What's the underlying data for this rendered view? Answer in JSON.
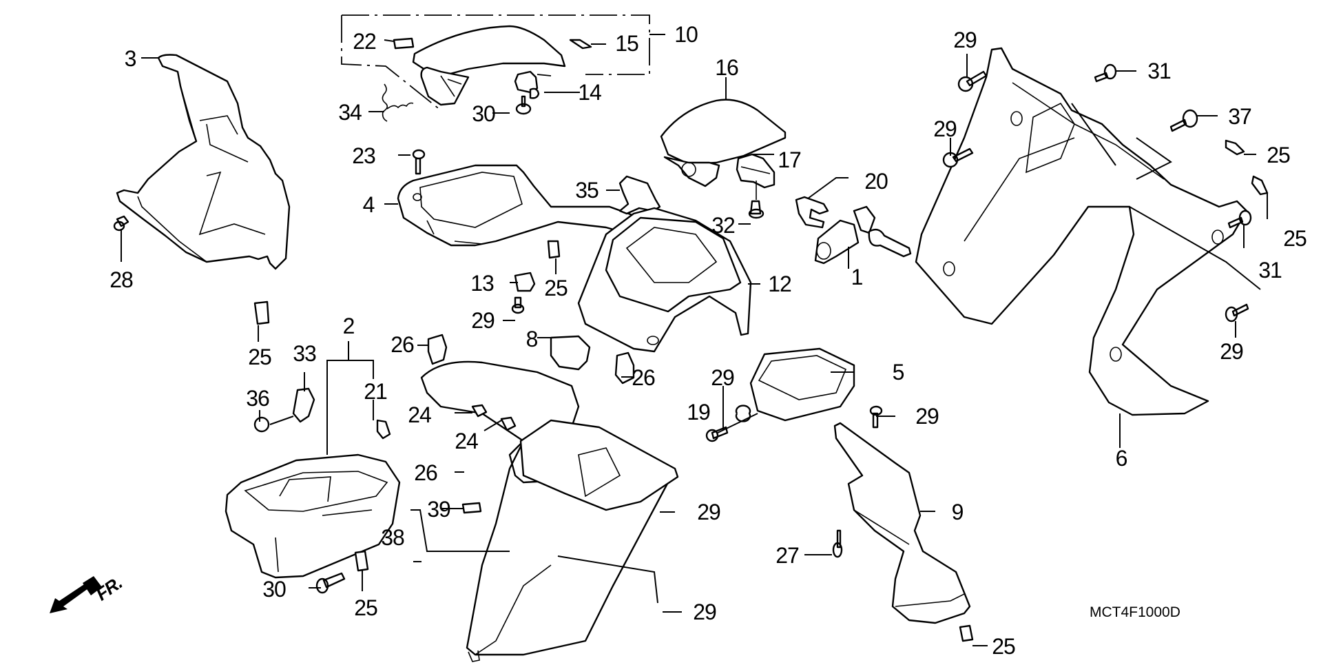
{
  "diagram": {
    "title": "Parts diagram - inner covers / luggage box assembly",
    "code": "MCT4F1000D",
    "direction_label": "FR.",
    "labels": [
      {
        "id": "l3",
        "text": "3"
      },
      {
        "id": "l10",
        "text": "10"
      },
      {
        "id": "l22",
        "text": "22"
      },
      {
        "id": "l15",
        "text": "15"
      },
      {
        "id": "l14",
        "text": "14"
      },
      {
        "id": "l34",
        "text": "34"
      },
      {
        "id": "l30a",
        "text": "30"
      },
      {
        "id": "l16",
        "text": "16"
      },
      {
        "id": "l23",
        "text": "23"
      },
      {
        "id": "l17",
        "text": "17"
      },
      {
        "id": "l4",
        "text": "4"
      },
      {
        "id": "l35",
        "text": "35"
      },
      {
        "id": "l20",
        "text": "20"
      },
      {
        "id": "l32",
        "text": "32"
      },
      {
        "id": "l1",
        "text": "1"
      },
      {
        "id": "l28",
        "text": "28"
      },
      {
        "id": "l13",
        "text": "13"
      },
      {
        "id": "l25a",
        "text": "25"
      },
      {
        "id": "l12",
        "text": "12"
      },
      {
        "id": "l29a",
        "text": "29"
      },
      {
        "id": "l2",
        "text": "2"
      },
      {
        "id": "l25b",
        "text": "25"
      },
      {
        "id": "l33",
        "text": "33"
      },
      {
        "id": "l26a",
        "text": "26"
      },
      {
        "id": "l8",
        "text": "8"
      },
      {
        "id": "l26b",
        "text": "26"
      },
      {
        "id": "l21",
        "text": "21"
      },
      {
        "id": "l36",
        "text": "36"
      },
      {
        "id": "l24a",
        "text": "24"
      },
      {
        "id": "l24b",
        "text": "24"
      },
      {
        "id": "l29b",
        "text": "29"
      },
      {
        "id": "l19",
        "text": "19"
      },
      {
        "id": "l5",
        "text": "5"
      },
      {
        "id": "l29c",
        "text": "29"
      },
      {
        "id": "l26c",
        "text": "26"
      },
      {
        "id": "l39",
        "text": "39"
      },
      {
        "id": "l29d",
        "text": "29"
      },
      {
        "id": "l38",
        "text": "38"
      },
      {
        "id": "l9",
        "text": "9"
      },
      {
        "id": "l27",
        "text": "27"
      },
      {
        "id": "l30b",
        "text": "30"
      },
      {
        "id": "l25c",
        "text": "25"
      },
      {
        "id": "l29e",
        "text": "29"
      },
      {
        "id": "l25d",
        "text": "25"
      },
      {
        "id": "l29f",
        "text": "29"
      },
      {
        "id": "l31a",
        "text": "31"
      },
      {
        "id": "l29g",
        "text": "29"
      },
      {
        "id": "l37",
        "text": "37"
      },
      {
        "id": "l25e",
        "text": "25"
      },
      {
        "id": "l25f",
        "text": "25"
      },
      {
        "id": "l31b",
        "text": "31"
      },
      {
        "id": "l29h",
        "text": "29"
      },
      {
        "id": "l6",
        "text": "6"
      }
    ]
  }
}
